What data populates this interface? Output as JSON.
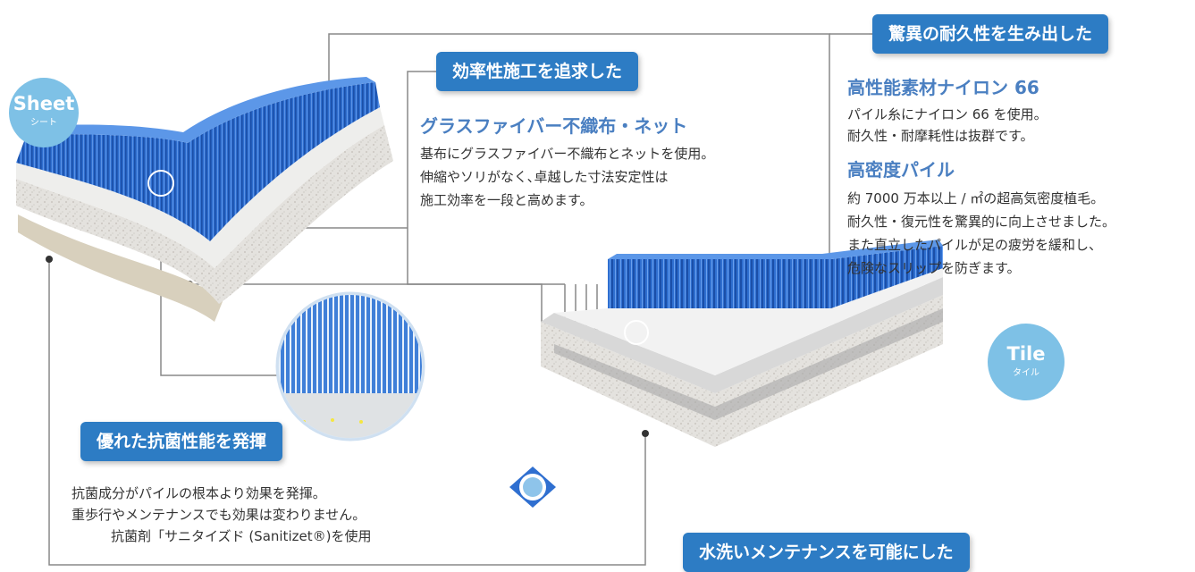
{
  "badges": {
    "sheet_main": "Sheet",
    "sheet_sub": "シート",
    "tile_main": "Tile",
    "tile_sub": "タイル"
  },
  "features": {
    "durability": {
      "label": "驚異の耐久性を生み出した",
      "heading1": "高性能素材ナイロン 66",
      "line1": "パイル糸にナイロン 66 を使用。",
      "line2": "耐久性・耐摩耗性は抜群です。",
      "heading2": "高密度パイル",
      "line3": "約 7000 万本以上 / ㎡の超高気密度植毛。",
      "line4": "耐久性・復元性を驚異的に向上させました。",
      "line5": "また直立したパイルが足の疲労を緩和し、",
      "line6": "危険なスリップを防ぎます。"
    },
    "efficiency": {
      "label": "効率性施工を追求した",
      "heading": "グラスファイバー不織布・ネット",
      "line1": "基布にグラスファイバー不織布とネットを使用。",
      "line2": "伸縮やソリがなく､卓越した寸法安定性は",
      "line3": "施工効率を一段と高めます。"
    },
    "antibacterial": {
      "label": "優れた抗菌性能を発揮",
      "line1": "抗菌成分がパイルの根本より効果を発揮。",
      "line2": "重歩行やメンテナンスでも効果は変わりません。",
      "line3": "抗菌剤「サニタイズド (Sanitizet®)を使用"
    },
    "washable": {
      "label": "水洗いメンテナンスを可能にした"
    }
  },
  "colors": {
    "accent": "#2d7cc4",
    "heading": "#4a7fc1",
    "badge": "#7ec1e6",
    "pile": "#2f6fd0"
  }
}
